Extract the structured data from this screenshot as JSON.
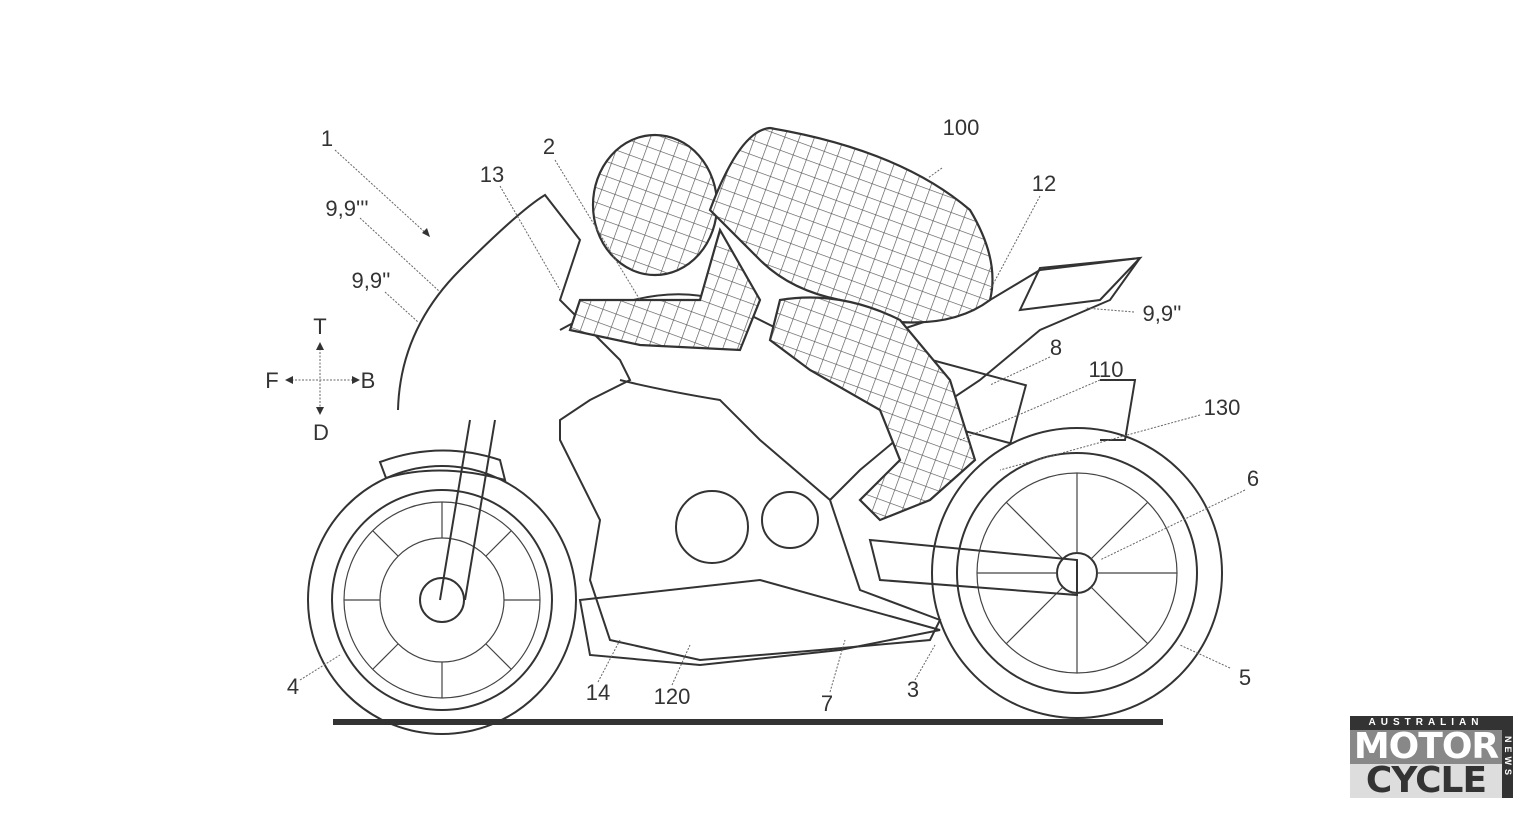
{
  "labels": {
    "motorcycle": "1",
    "fairing_upper": "9,9'''",
    "fairing_front": "9,9''",
    "tail_fairing": "9,9''",
    "handlebar": "13",
    "frame": "2",
    "rider": "100",
    "seat": "12",
    "number_plate": "8",
    "side_panel": "110",
    "rear_hugger": "130",
    "rear_hub": "6",
    "rear_wheel": "5",
    "swingarm": "3",
    "footpeg": "7",
    "belly_pan": "120",
    "lower_fairing": "14",
    "front_wheel": "4"
  },
  "directions": {
    "top": "T",
    "down": "D",
    "front": "F",
    "back": "B"
  },
  "logo": {
    "top": "AUSTRALIAN",
    "line1": "MOTOR",
    "line2": "CYCLE",
    "side": "NEWS"
  }
}
